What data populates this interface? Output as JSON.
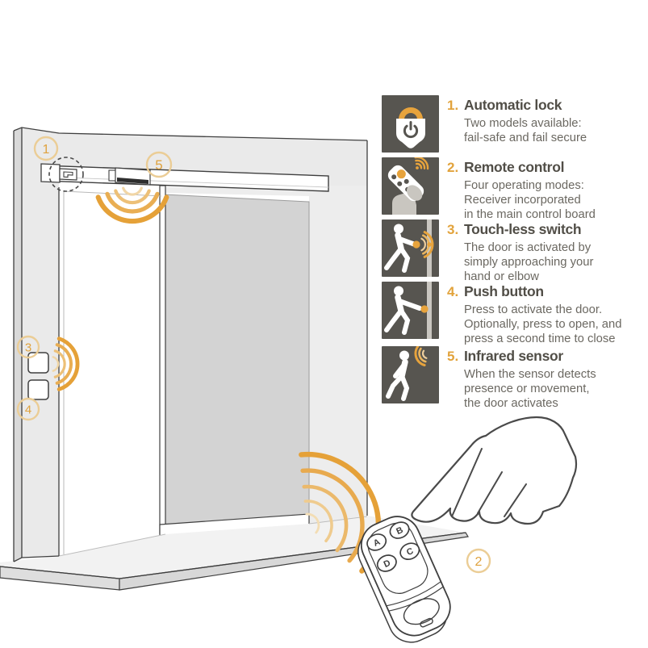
{
  "colors": {
    "accent_orange": "#E5A138",
    "accent_orange_light": "#EBCD96",
    "tile_background": "#575550",
    "heading_text": "#514E47",
    "body_text": "#6B6861",
    "outline": "#3F3F3F"
  },
  "callouts": [
    {
      "n": "1"
    },
    {
      "n": "2"
    },
    {
      "n": "3"
    },
    {
      "n": "4"
    },
    {
      "n": "5"
    }
  ],
  "remote": {
    "buttons": [
      "A",
      "B",
      "C",
      "D"
    ]
  },
  "legend": {
    "items": [
      {
        "number": "1.",
        "title": "Automatic lock",
        "icon": "automatic-lock-icon",
        "lines": [
          "Two models available:",
          "fail-safe and fail secure"
        ]
      },
      {
        "number": "2.",
        "title": "Remote control",
        "icon": "remote-control-icon",
        "lines": [
          "Four operating modes:",
          "Receiver incorporated",
          "in the main control board"
        ]
      },
      {
        "number": "3.",
        "title": "Touch-less switch",
        "icon": "touchless-switch-icon",
        "lines": [
          "The door is activated by",
          "simply approaching your",
          "hand or elbow"
        ]
      },
      {
        "number": "4.",
        "title": "Push button",
        "icon": "push-button-icon",
        "lines": [
          "Press to activate the door.",
          "Optionally, press to open, and",
          "press a second time to close"
        ]
      },
      {
        "number": "5.",
        "title": "Infrared sensor",
        "icon": "infrared-sensor-icon",
        "lines": [
          "When the sensor detects",
          "presence or movement,",
          "the door activates"
        ]
      }
    ]
  }
}
